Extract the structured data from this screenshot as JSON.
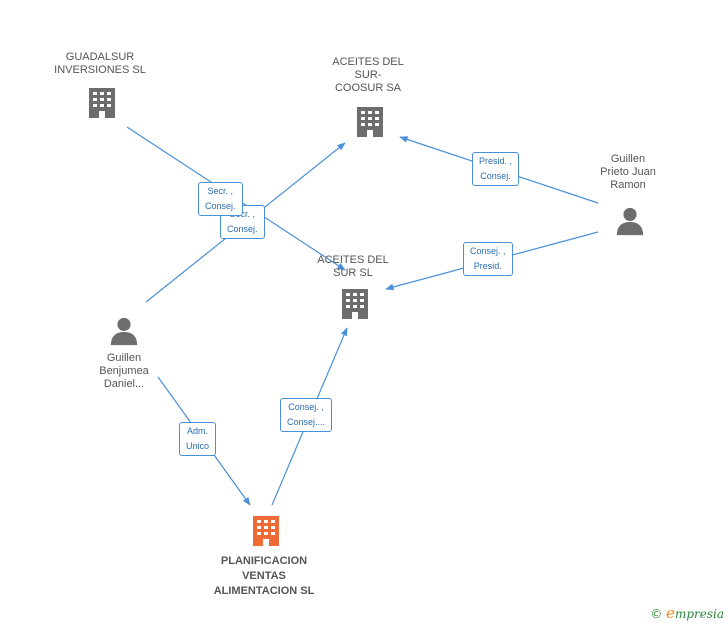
{
  "colors": {
    "edge": "#4a90d9",
    "company_icon": "#6d6d6d",
    "focus_icon": "#f06a35",
    "person_icon": "#6d6d6d"
  },
  "nodes": {
    "guadalsur": {
      "label": "GUADALSUR\nINVERSIONES SL",
      "icon": "building-icon"
    },
    "aceites_coosur": {
      "label": "ACEITES DEL\nSUR-\nCOOSUR SA",
      "icon": "building-icon"
    },
    "aceites_sur": {
      "label": "ACEITES DEL\nSUR SL",
      "icon": "building-icon"
    },
    "planificacion": {
      "label": "PLANIFICACION\nVENTAS\nALIMENTACION SL",
      "icon": "building-icon"
    },
    "guillen_prieto": {
      "label": "Guillen\nPrieto Juan\nRamon",
      "icon": "person-icon"
    },
    "guillen_benjumea": {
      "label": "Guillen\nBenjumea\nDaniel...",
      "icon": "person-icon"
    }
  },
  "edges": {
    "secr_consej_1": "Secr. ,\nConsej.",
    "secr_consej_2": "Secr. ,\nConsej.",
    "presid_consej": "Presid. ,\nConsej.",
    "consej_presid": "Consej. ,\nPresid.",
    "adm_unico": "Adm.\nUnico",
    "consej_consej": "Consej. ,\nConsej...."
  },
  "footer": {
    "copyright": "©",
    "brand_initial": "e",
    "brand_rest": "mpresia"
  }
}
